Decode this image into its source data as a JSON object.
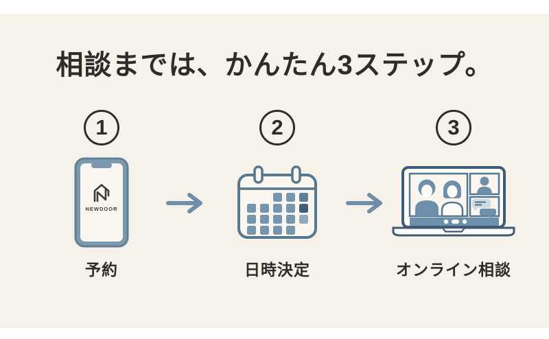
{
  "title": "相談までは、かんたん3ステップ。",
  "steps": [
    {
      "number": "1",
      "label": "予約",
      "icon": "smartphone-newdoor-icon",
      "app_name": "NEWDOOR"
    },
    {
      "number": "2",
      "label": "日時決定",
      "icon": "calendar-icon"
    },
    {
      "number": "3",
      "label": "オンライン相談",
      "icon": "laptop-video-call-icon"
    }
  ],
  "arrows": {
    "icon": "right-arrow-icon",
    "count": 2
  },
  "colors": {
    "background": "#f7f2e9",
    "letterbox": "#ffffff",
    "text": "#2e2c29",
    "blue_primary": "#6d8fa9",
    "blue_frame": "#7b99b1",
    "blue_dark": "#3e5e7a",
    "blue_outline": "#53758e",
    "blue_light": "#ccdae5",
    "screen_fill": "#fbf7f0"
  }
}
